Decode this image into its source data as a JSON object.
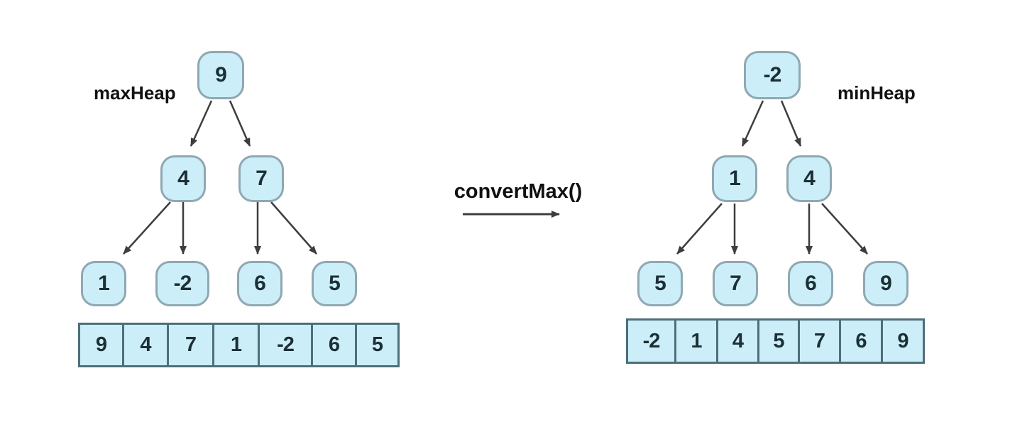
{
  "left_heap": {
    "label": "maxHeap",
    "type": "max-heap",
    "nodes": [
      "9",
      "4",
      "7",
      "1",
      "-2",
      "6",
      "5"
    ],
    "edges": [
      [
        0,
        1
      ],
      [
        0,
        2
      ],
      [
        1,
        3
      ],
      [
        1,
        4
      ],
      [
        2,
        5
      ],
      [
        2,
        6
      ]
    ],
    "array": [
      "9",
      "4",
      "7",
      "1",
      "-2",
      "6",
      "5"
    ]
  },
  "transform": {
    "label": "convertMax()"
  },
  "right_heap": {
    "label": "minHeap",
    "type": "min-heap",
    "nodes": [
      "-2",
      "1",
      "4",
      "5",
      "7",
      "6",
      "9"
    ],
    "edges": [
      [
        0,
        1
      ],
      [
        0,
        2
      ],
      [
        1,
        3
      ],
      [
        1,
        4
      ],
      [
        2,
        5
      ],
      [
        2,
        6
      ]
    ],
    "array": [
      "-2",
      "1",
      "4",
      "5",
      "7",
      "6",
      "9"
    ]
  },
  "colors": {
    "node_fill": "#cceef8",
    "node_border": "#8fa8b2",
    "array_border": "#4e6e79",
    "number_text": "#1c2f35",
    "label_text": "#111111",
    "arrow": "#3d3d3d",
    "background": "#ffffff"
  }
}
